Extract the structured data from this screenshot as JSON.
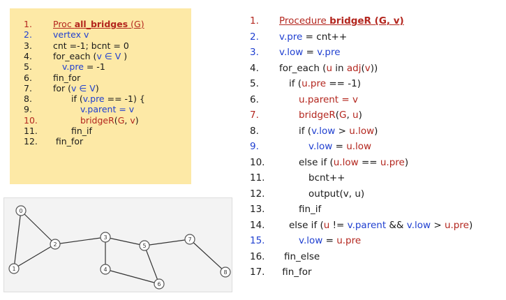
{
  "all_bridges": [
    {
      "num": "1.",
      "numColor": "red",
      "parts": [
        {
          "t": "Proc ",
          "c": "red",
          "u": true
        },
        {
          "t": "all_bridges",
          "c": "red",
          "b": true,
          "u": true
        },
        {
          "t": " (",
          "c": "red",
          "u": true
        },
        {
          "t": "G",
          "c": "red",
          "u": true
        },
        {
          "t": ")",
          "c": "red",
          "u": true
        }
      ]
    },
    {
      "num": "2.",
      "numColor": "blue",
      "parts": [
        {
          "t": "vertex  v",
          "c": "blue"
        }
      ]
    },
    {
      "num": "3.",
      "numColor": "",
      "parts": [
        {
          "t": "cnt =-1; bcnt = 0"
        }
      ]
    },
    {
      "num": "4.",
      "numColor": "",
      "parts": [
        {
          "t": "for_each ("
        },
        {
          "t": "v",
          "c": "blue"
        },
        {
          "t": " ∈ ",
          "c": "blue"
        },
        {
          "t": "V",
          "c": "blue"
        },
        {
          "t": " )"
        }
      ]
    },
    {
      "num": "5.",
      "numColor": "",
      "indent": 1,
      "parts": [
        {
          "t": "v.pre",
          "c": "blue"
        },
        {
          "t": " = -1"
        }
      ]
    },
    {
      "num": "6.",
      "numColor": "",
      "parts": [
        {
          "t": "fin_for"
        }
      ]
    },
    {
      "num": "7.",
      "numColor": "",
      "parts": [
        {
          "t": "for ("
        },
        {
          "t": "v ∈ V",
          "c": "blue"
        },
        {
          "t": ")"
        }
      ]
    },
    {
      "num": "8.",
      "numColor": "",
      "indent": 2,
      "parts": [
        {
          "t": "if ("
        },
        {
          "t": "v.pre",
          "c": "blue"
        },
        {
          "t": " == -1) {"
        }
      ]
    },
    {
      "num": "9.",
      "numColor": "",
      "indent": 3,
      "parts": [
        {
          "t": "v.parent = v",
          "c": "blue"
        }
      ]
    },
    {
      "num": "10.",
      "numColor": "red",
      "indent": 3,
      "parts": [
        {
          "t": "bridgeR",
          "c": "red"
        },
        {
          "t": "("
        },
        {
          "t": "G",
          "c": "red"
        },
        {
          "t": ", "
        },
        {
          "t": "v",
          "c": "red"
        },
        {
          "t": ")"
        }
      ]
    },
    {
      "num": "11.",
      "numColor": "",
      "indent": 2,
      "parts": [
        {
          "t": "fin_if"
        }
      ]
    },
    {
      "num": "12.",
      "numColor": "",
      "indent": 0.3,
      "parts": [
        {
          "t": "fin_for"
        }
      ]
    }
  ],
  "bridgeR": [
    {
      "num": "1.",
      "numColor": "red",
      "parts": [
        {
          "t": "Procedure ",
          "c": "red",
          "u": true
        },
        {
          "t": "bridgeR (G, v)",
          "c": "red",
          "b": true,
          "u": true
        }
      ]
    },
    {
      "num": "2.",
      "numColor": "blue",
      "parts": [
        {
          "t": "v.pre",
          "c": "blue"
        },
        {
          "t": " = cnt++"
        }
      ]
    },
    {
      "num": "3.",
      "numColor": "blue",
      "parts": [
        {
          "t": "v.low",
          "c": "blue"
        },
        {
          "t": " = "
        },
        {
          "t": "v.pre",
          "c": "blue"
        }
      ]
    },
    {
      "num": "4.",
      "numColor": "",
      "parts": [
        {
          "t": "for_each ("
        },
        {
          "t": "u",
          "c": "red"
        },
        {
          "t": " in "
        },
        {
          "t": "adj",
          "c": "red"
        },
        {
          "t": "("
        },
        {
          "t": "v",
          "c": "red"
        },
        {
          "t": "))"
        }
      ]
    },
    {
      "num": "5.",
      "numColor": "",
      "indent": 1,
      "parts": [
        {
          "t": "if ("
        },
        {
          "t": "u.pre",
          "c": "red"
        },
        {
          "t": " == -1)"
        }
      ]
    },
    {
      "num": "6.",
      "numColor": "",
      "indent": 2,
      "parts": [
        {
          "t": "u.parent = v",
          "c": "red"
        }
      ]
    },
    {
      "num": "7.",
      "numColor": "red",
      "indent": 2,
      "parts": [
        {
          "t": "bridgeR",
          "c": "red"
        },
        {
          "t": "("
        },
        {
          "t": "G",
          "c": "red"
        },
        {
          "t": ", "
        },
        {
          "t": "u",
          "c": "red"
        },
        {
          "t": ")"
        }
      ]
    },
    {
      "num": "8.",
      "numColor": "",
      "indent": 2,
      "parts": [
        {
          "t": "if ("
        },
        {
          "t": "v.low",
          "c": "blue"
        },
        {
          "t": " > "
        },
        {
          "t": "u.low",
          "c": "red"
        },
        {
          "t": ")"
        }
      ]
    },
    {
      "num": "9.",
      "numColor": "blue",
      "indent": 3,
      "parts": [
        {
          "t": "v.low",
          "c": "blue"
        },
        {
          "t": " = "
        },
        {
          "t": "u.low",
          "c": "red"
        }
      ]
    },
    {
      "num": "10.",
      "numColor": "",
      "indent": 2,
      "parts": [
        {
          "t": "else if ("
        },
        {
          "t": "u.low",
          "c": "red"
        },
        {
          "t": " == "
        },
        {
          "t": "u.pre",
          "c": "red"
        },
        {
          "t": ")"
        }
      ]
    },
    {
      "num": "11.",
      "numColor": "",
      "indent": 3,
      "parts": [
        {
          "t": "bcnt++"
        }
      ]
    },
    {
      "num": "12.",
      "numColor": "",
      "indent": 3,
      "parts": [
        {
          "t": "output(v, u)"
        }
      ]
    },
    {
      "num": "13.",
      "numColor": "",
      "indent": 2,
      "parts": [
        {
          "t": "fin_if"
        }
      ]
    },
    {
      "num": "14.",
      "numColor": "",
      "indent": 1,
      "parts": [
        {
          "t": "else if ("
        },
        {
          "t": "u",
          "c": "red"
        },
        {
          "t": " != "
        },
        {
          "t": "v.parent",
          "c": "blue"
        },
        {
          "t": " && "
        },
        {
          "t": "v.low",
          "c": "blue"
        },
        {
          "t": " > "
        },
        {
          "t": "u.pre",
          "c": "red"
        },
        {
          "t": ")"
        }
      ]
    },
    {
      "num": "15.",
      "numColor": "blue",
      "indent": 2,
      "parts": [
        {
          "t": "v.low",
          "c": "blue"
        },
        {
          "t": " = "
        },
        {
          "t": "u.pre",
          "c": "red"
        }
      ]
    },
    {
      "num": "16.",
      "numColor": "",
      "indent": 0.5,
      "parts": [
        {
          "t": "fin_else"
        }
      ]
    },
    {
      "num": "17.",
      "numColor": "",
      "indent": 0.3,
      "parts": [
        {
          "t": "fin_for"
        }
      ]
    }
  ],
  "graph": {
    "nodes": [
      "0",
      "1",
      "2",
      "3",
      "4",
      "5",
      "6",
      "7",
      "8"
    ],
    "edges": [
      [
        "0",
        "2"
      ],
      [
        "0",
        "1"
      ],
      [
        "1",
        "2"
      ],
      [
        "2",
        "3"
      ],
      [
        "3",
        "4"
      ],
      [
        "3",
        "5"
      ],
      [
        "4",
        "6"
      ],
      [
        "5",
        "6"
      ],
      [
        "5",
        "7"
      ],
      [
        "7",
        "8"
      ]
    ]
  },
  "colors": {
    "red": "#b3261e",
    "blue": "#1f3fd0",
    "panel": "#fde9a6"
  }
}
